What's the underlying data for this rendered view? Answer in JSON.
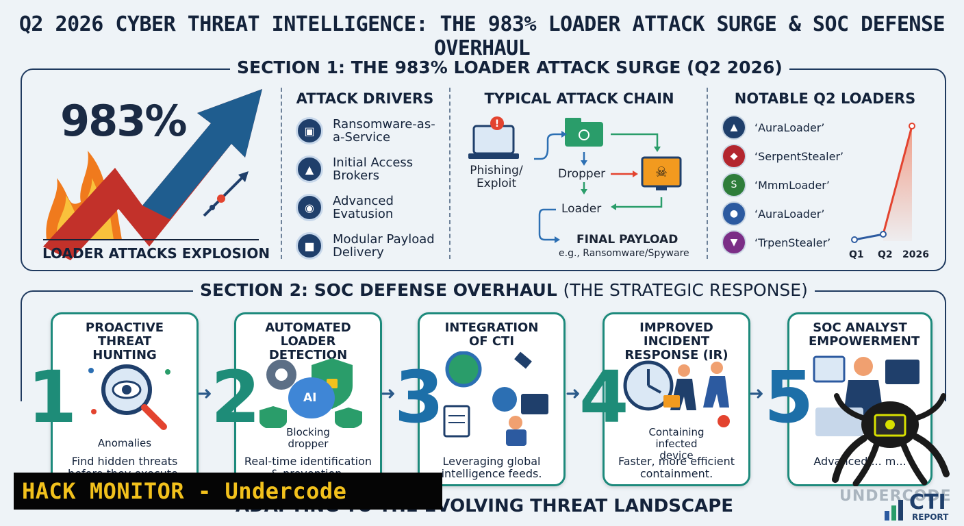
{
  "title": "Q2 2026 CYBER THREAT INTELLIGENCE: THE 983% LOADER ATTACK SURGE & SOC DEFENSE OVERHAUL",
  "section1": {
    "title": "SECTION 1: THE 983% LOADER ATTACK SURGE (Q2 2026)",
    "hero_value": "983%",
    "hero_caption": "LOADER ATTACKS EXPLOSION",
    "drivers_title": "ATTACK DRIVERS",
    "drivers": [
      {
        "label": "Ransomware-as-a-Service",
        "icon": "laptop-icon"
      },
      {
        "label": "Initial Access Brokers",
        "icon": "network-icon"
      },
      {
        "label": "Advanced Evatusion",
        "icon": "eye-icon"
      },
      {
        "label": "Modular Payload Delivery",
        "icon": "package-icon"
      }
    ],
    "chain_title": "TYPICAL ATTACK CHAIN",
    "chain": {
      "phishing": "Phishing/ Exploit",
      "dropper": "Dropper",
      "loader": "Loader",
      "payload": "FINAL PAYLOAD",
      "payload_example": "e.g., Ransomware/Spyware"
    },
    "loaders_title": "NOTABLE Q2 LOADERS",
    "loaders": [
      {
        "label": "‘AuraLoader’",
        "color": "#1f3f6b"
      },
      {
        "label": "‘SerpentStealer’",
        "color": "#b3262e"
      },
      {
        "label": "‘MmmLoader’",
        "color": "#2e7d3a"
      },
      {
        "label": "‘AuraLoader’",
        "color": "#2c5aa0"
      },
      {
        "label": "‘TrpenStealer’",
        "color": "#7b2e86"
      }
    ],
    "mini_chart": {
      "categories": [
        "Q1",
        "Q2",
        "2026"
      ]
    }
  },
  "section2": {
    "title_bold": "SECTION 2: SOC DEFENSE OVERHAUL",
    "title_rest": "(THE STRATEGIC RESPONSE)",
    "steps": [
      {
        "num": "1",
        "title": "PROACTIVE THREAT HUNTING",
        "sub": "Anomalies",
        "desc": "Find hidden threats before they execute."
      },
      {
        "num": "2",
        "title": "AUTOMATED LOADER DETECTION",
        "sub": "Blocking dropper",
        "desc": "Real-time identification & prevention."
      },
      {
        "num": "3",
        "title": "INTEGRATION OF CTI",
        "sub": "",
        "desc": "Leveraging global intelligence feeds."
      },
      {
        "num": "4",
        "title": "IMPROVED INCIDENT RESPONSE (IR)",
        "sub": "Containing infected device",
        "desc": "Faster, more efficient containment."
      },
      {
        "num": "5",
        "title": "SOC ANALYST EMPOWERMENT",
        "sub": "",
        "desc": "Advanced ... m..."
      }
    ],
    "ai_label": "AI"
  },
  "footer": "ADAPTING TO THE EVOLVING THREAT LANDSCAPE",
  "banner": "HACK MONITOR - Undercode",
  "watermark": "UNDERCODE",
  "logo": {
    "main": "CTI",
    "sub": "REPORT"
  },
  "colors": {
    "navy": "#13223a",
    "teal": "#1e8c78",
    "banner_text": "#f2c11c",
    "accent_red": "#e3432f"
  }
}
